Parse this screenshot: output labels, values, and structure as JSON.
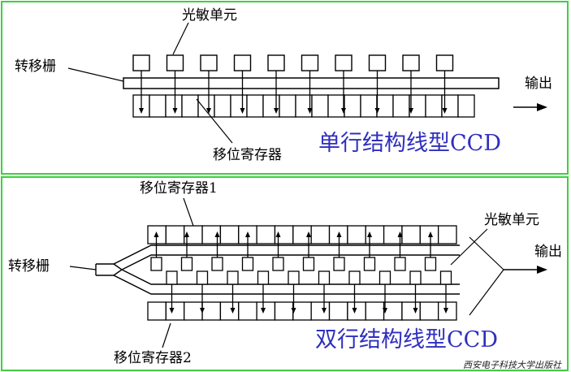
{
  "top_diagram": {
    "label_photosensitive": "光敏单元",
    "label_transfer_gate": "转移栅",
    "label_output": "输出",
    "label_shift_register": "移位寄存器",
    "title": "单行结构线型CCD",
    "pixel_count": 10
  },
  "bottom_diagram": {
    "label_shift_register_1": "移位寄存器1",
    "label_photosensitive": "光敏单元",
    "label_transfer_gate": "转移栅",
    "label_output": "输出",
    "label_shift_register_2": "移位寄存器2",
    "title": "双行结构线型CCD"
  },
  "watermark": "西安电子科技大学出版社",
  "colors": {
    "frame": "#3fcf3f",
    "title": "#2f2fbf",
    "line": "#000000"
  }
}
